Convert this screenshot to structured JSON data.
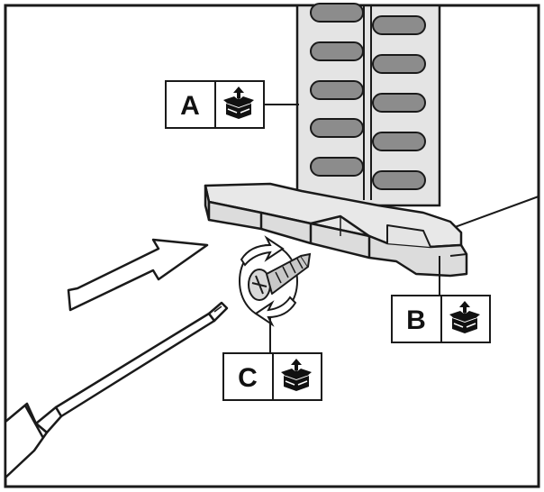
{
  "labels": {
    "a": {
      "letter": "A",
      "icon": "box-with-up-arrow-icon"
    },
    "b": {
      "letter": "B",
      "icon": "box-with-up-arrow-icon"
    },
    "c": {
      "letter": "C",
      "icon": "box-with-up-arrow-icon"
    }
  },
  "colors": {
    "outline": "#1a1a1a",
    "part_fill": "#e4e4e4",
    "slot_fill": "#8c8c8c",
    "background": "#ffffff"
  },
  "icons": {
    "arrow": "direction-arrow-icon",
    "screwdriver": "screwdriver-icon",
    "screw": "screw-icon",
    "rotation": "rotation-arrows-icon"
  }
}
